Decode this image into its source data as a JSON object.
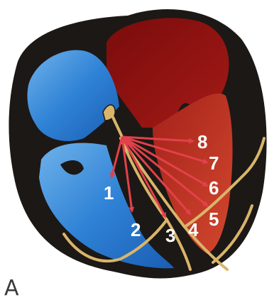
{
  "panel_label": "A",
  "labels": [
    "1",
    "2",
    "3",
    "4",
    "5",
    "6",
    "7",
    "8"
  ],
  "colors": {
    "heart_outline": "#1c1816",
    "right_chamber": "#2f82d6",
    "left_chamber": "#c23a2a",
    "atria_red": "#8a1010",
    "conduction": "#d9b56a",
    "arrows": "#e2414a",
    "label_text": "#ffffff"
  },
  "icons": {
    "node": "sinoatrial-node-icon",
    "arrow": "arrow-icon"
  }
}
